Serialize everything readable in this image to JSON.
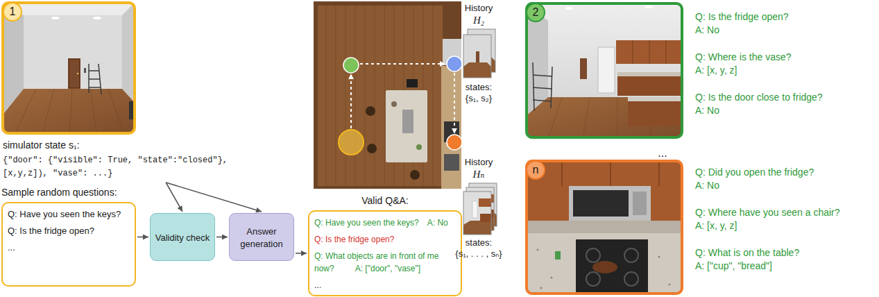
{
  "diagram": {
    "nodes": [
      {
        "text": [
          "1"
        ]
      },
      {
        "text": [
          "simulator state s₁:",
          "{\"door\": {\"visible\": True, \"state\":\"closed\"}, [x,y,z]), \"vase\": ...}"
        ]
      },
      {
        "text": [
          "Sample random questions:",
          "Q: Have you seen the keys?",
          "Q: Is the fridge open?",
          "..."
        ]
      },
      {
        "text": [
          "Validity check"
        ]
      },
      {
        "text": [
          "Answer generation"
        ]
      },
      {
        "text": [
          "Valid Q&A:",
          "Q: Have you seen the keys?",
          "A: No",
          "Q: Is the fridge open?",
          "Q: What objects are in front of me now?",
          "A: [\"door\", \"vase\"]",
          "..."
        ]
      },
      {
        "text": [
          "2"
        ]
      },
      {
        "text": [
          "n"
        ]
      }
    ],
    "edges": [
      {
        "from": 1,
        "to": 3,
        "arrow": "to"
      },
      {
        "from": 1,
        "to": 4,
        "arrow": "to"
      },
      {
        "from": 2,
        "to": 3,
        "arrow": "to"
      },
      {
        "from": 3,
        "to": 4,
        "arrow": "to"
      },
      {
        "from": 4,
        "to": 5,
        "arrow": "to"
      }
    ],
    "labels": [
      "History",
      "H₂",
      "states:",
      "{s₁, s₂}",
      "Q: Is the fridge open?",
      "A: No",
      "Q: Where is the vase?",
      "A: [x, y, z]",
      "Q: Is the door close to fridge?",
      "A: No",
      "...",
      "History",
      "Hₙ",
      "states:",
      "{s₁, . . . , sₙ}",
      "Q: Did you open the fridge?",
      "A: No",
      "Q: Where have you seen a chair?",
      "A: [x, y, z]",
      "Q: What is on the table?",
      "A: [\"cup\", \"bread\"]"
    ]
  }
}
